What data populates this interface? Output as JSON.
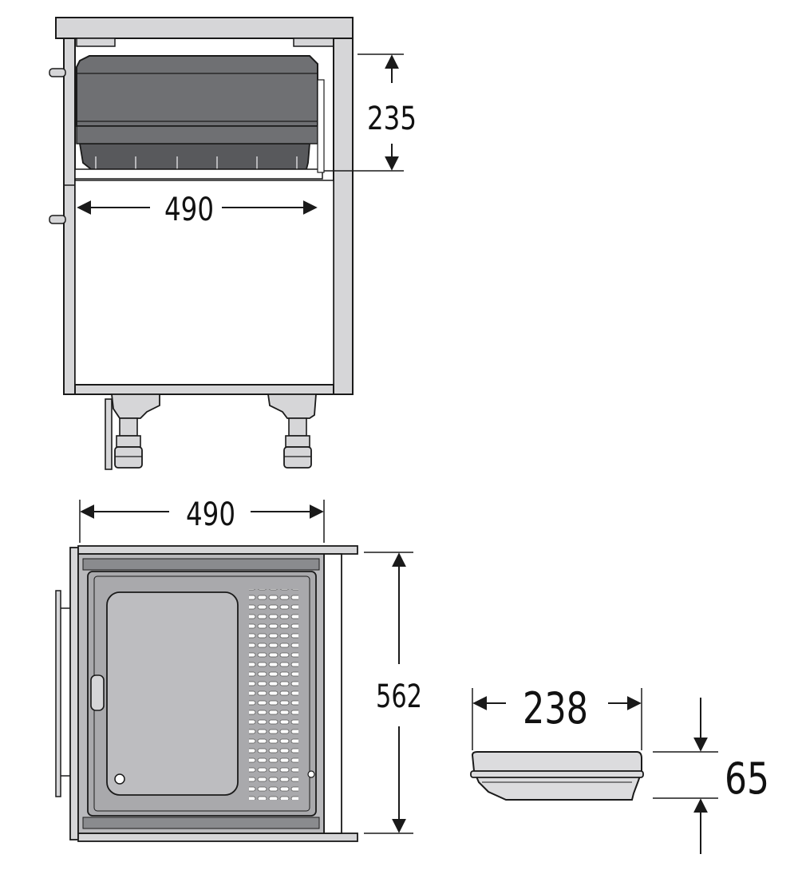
{
  "front_view": {
    "drawer_height_label": "235",
    "inner_width_label": "490"
  },
  "top_view": {
    "width_label": "490",
    "depth_label": "562"
  },
  "container_view": {
    "width_label": "238",
    "height_label": "65"
  },
  "colors": {
    "line": "#1a1a1a",
    "cabinet_panel": "#d6d6d8",
    "cabinet_panel_dark": "#b9b9bc",
    "drawer_tray": "#6f7073",
    "drawer_tray_dark": "#58595c",
    "insert_grey": "#a9a9ac",
    "insert_light": "#bdbdc0",
    "container_light": "#dcdcde"
  }
}
